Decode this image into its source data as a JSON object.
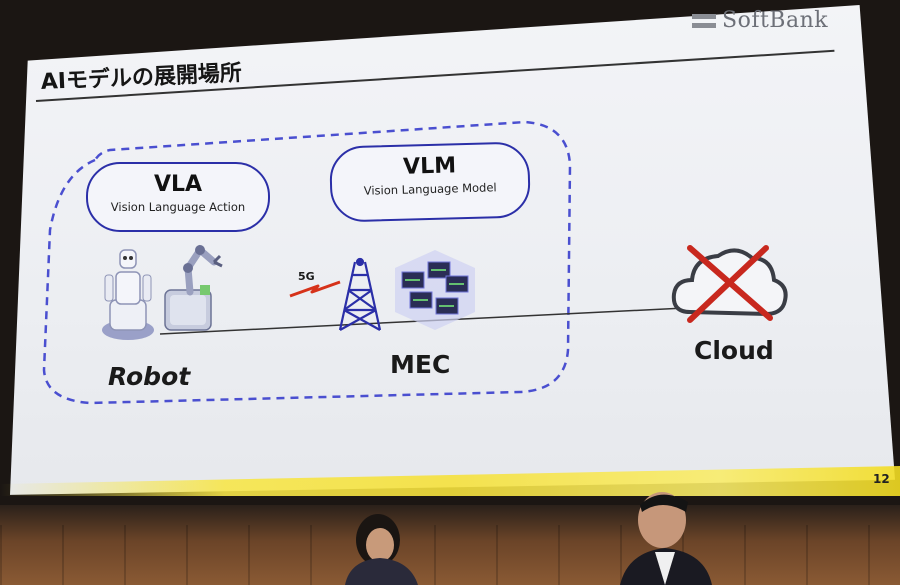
{
  "slide": {
    "brand": "SoftBank",
    "title": "AIモデルの展開場所",
    "page_number": "12"
  },
  "models": [
    {
      "name": "VLA",
      "subtitle": "Vision Language Action"
    },
    {
      "name": "VLM",
      "subtitle": "Vision Language Model"
    }
  ],
  "nodes": {
    "robot": "Robot",
    "mec": "MEC",
    "cloud": "Cloud",
    "network": "5G"
  },
  "colors": {
    "accent_blue": "#2b2fa8",
    "dashed_border": "#4a4fd0",
    "cross_red": "#c8281e",
    "strip_yellow": "#f5e13c"
  }
}
